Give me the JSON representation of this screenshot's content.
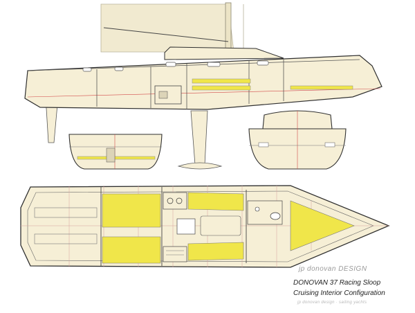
{
  "title_block": {
    "designer": "jp donovan DESIGN",
    "model": "DONOVAN 37 Racing Sloop",
    "configuration": "Cruising Interior Configuration",
    "note": "jp donovan design · sailing yachts"
  },
  "colors": {
    "background": "#ffffff",
    "hull_fill": "#f6efd6",
    "outline": "#2f2f2f",
    "berth_yellow": "#f0e64a",
    "waterline_red": "#d24a4a",
    "grid_line": "#d8a0a0",
    "mast_fill": "#f1ead0"
  }
}
